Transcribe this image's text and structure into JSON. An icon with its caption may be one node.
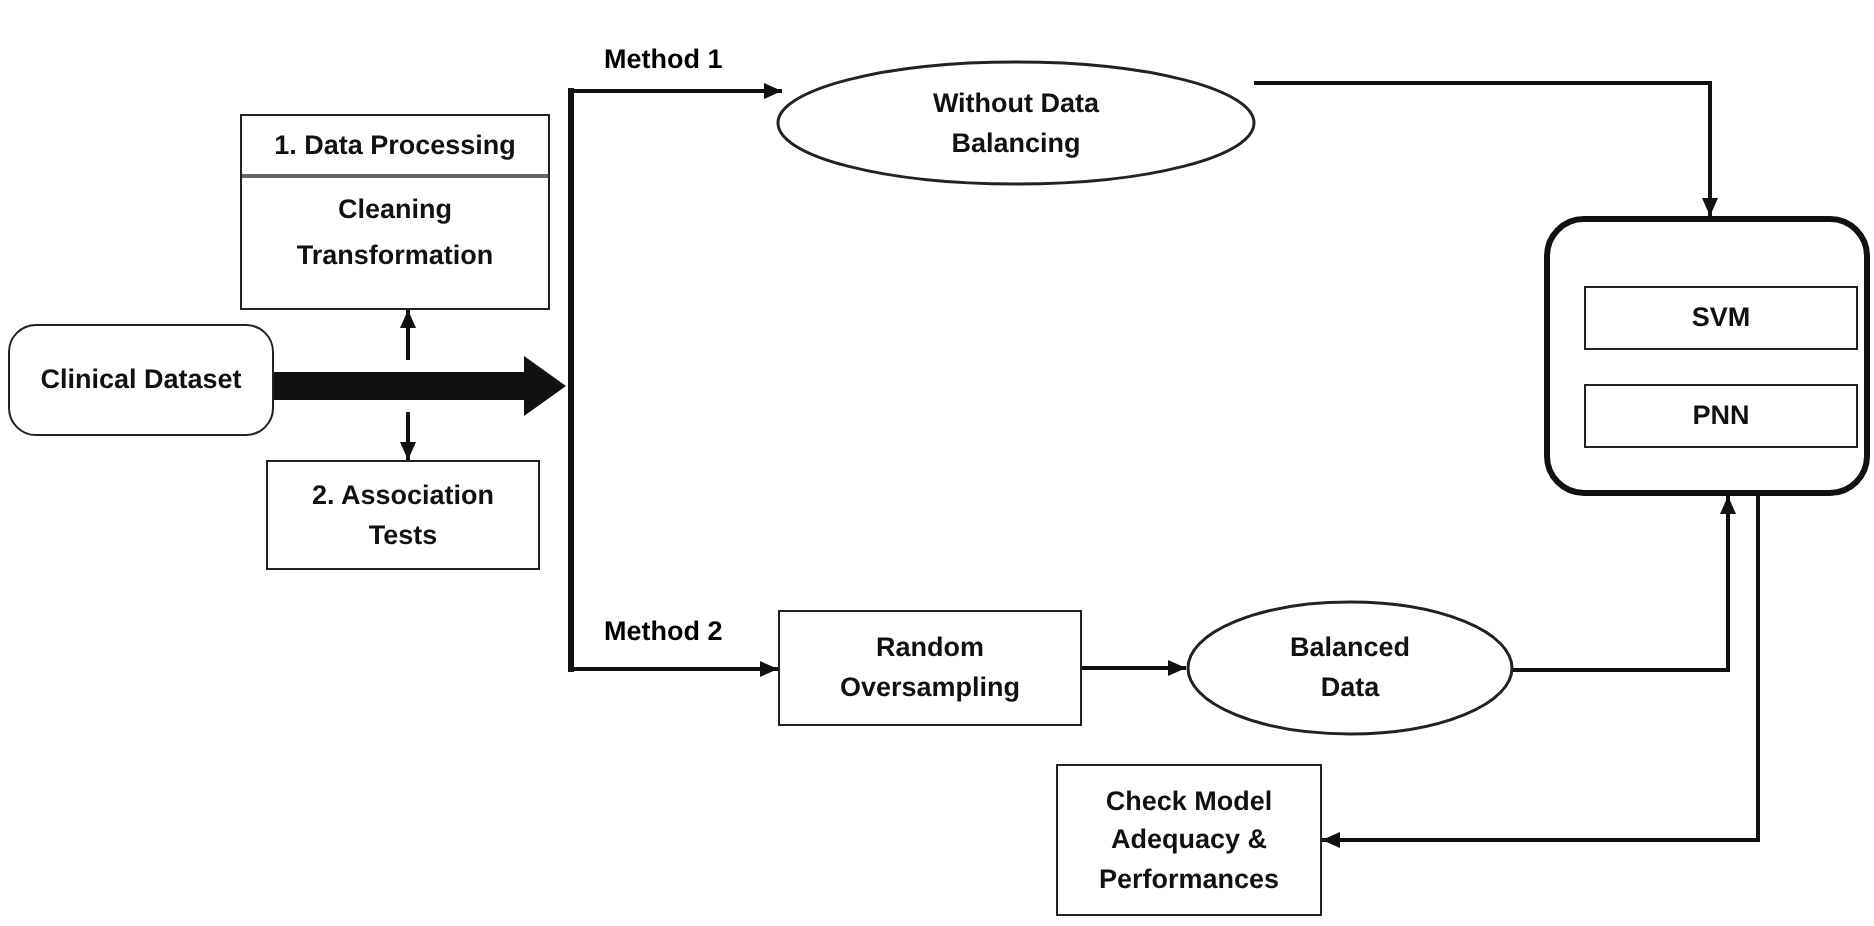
{
  "diagram": {
    "nodes": [
      {
        "text": [
          "Clinical Dataset"
        ]
      },
      {
        "text": [
          "1. Data Processing",
          "Cleaning",
          "Transformation"
        ]
      },
      {
        "text": [
          "2. Association Tests"
        ]
      },
      {
        "text": [
          "Without Data Balancing"
        ]
      },
      {
        "text": [],
        "shape": "box"
      },
      {
        "text": [
          "SVM"
        ],
        "in": 4
      },
      {
        "text": [
          "PNN"
        ],
        "in": 4
      },
      {
        "text": [
          "Random Oversampling"
        ]
      },
      {
        "text": [
          "Balanced Data"
        ]
      },
      {
        "text": [
          "Check Model Adequacy & Performances"
        ]
      },
      {
        "text": [],
        "shape": "bar"
      }
    ],
    "edges": [
      {
        "from": 0,
        "to": 10,
        "arrow": "to",
        "style": "thick"
      },
      {
        "from": null,
        "to": 1,
        "arrow": "to"
      },
      {
        "from": null,
        "to": 2,
        "arrow": "to"
      },
      {
        "from": 10,
        "to": 3,
        "arrow": "to",
        "label": "Method 1"
      },
      {
        "from": 10,
        "to": 7,
        "arrow": "to",
        "label": "Method 2"
      },
      {
        "from": 3,
        "to": 4,
        "arrow": "to"
      },
      {
        "from": 7,
        "to": 8,
        "arrow": "to"
      },
      {
        "from": 8,
        "to": 4,
        "arrow": "to"
      },
      {
        "from": 4,
        "to": 9,
        "arrow": "to"
      }
    ]
  }
}
